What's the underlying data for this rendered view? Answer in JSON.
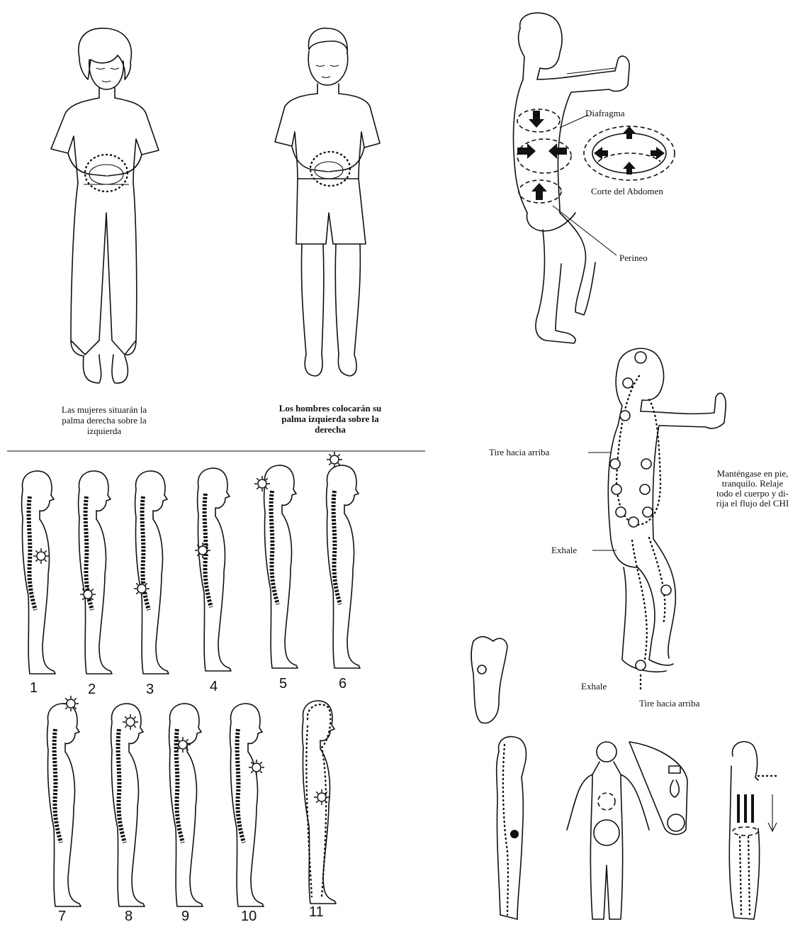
{
  "top_left": {
    "woman_caption": [
      "Las mujeres situarán la",
      "palma derecha sobre la",
      "izquierda"
    ],
    "man_caption": [
      "Los hombres colocarán su",
      "palma izquierda sobre la",
      "derecha"
    ]
  },
  "breathing_diagram": {
    "diaphragm_label": "Diafragma",
    "abdomen_section_label": "Corte del Abdomen",
    "perineum_label": "Perineo"
  },
  "chi_flow_diagram": {
    "pull_up_label": "Tire hacia arriba",
    "exhale_label": "Exhale",
    "exhale_feet_label": "Exhale",
    "pull_up_feet_label": "Tire hacia arriba",
    "instruction": [
      "Manténgase en pie,",
      "tranquilo. Relaje",
      "todo el cuerpo y di-",
      "rija el flujo del CHI"
    ]
  },
  "sequence_numbers": [
    "1",
    "2",
    "3",
    "4",
    "5",
    "6",
    "7",
    "8",
    "9",
    "10",
    "11"
  ]
}
